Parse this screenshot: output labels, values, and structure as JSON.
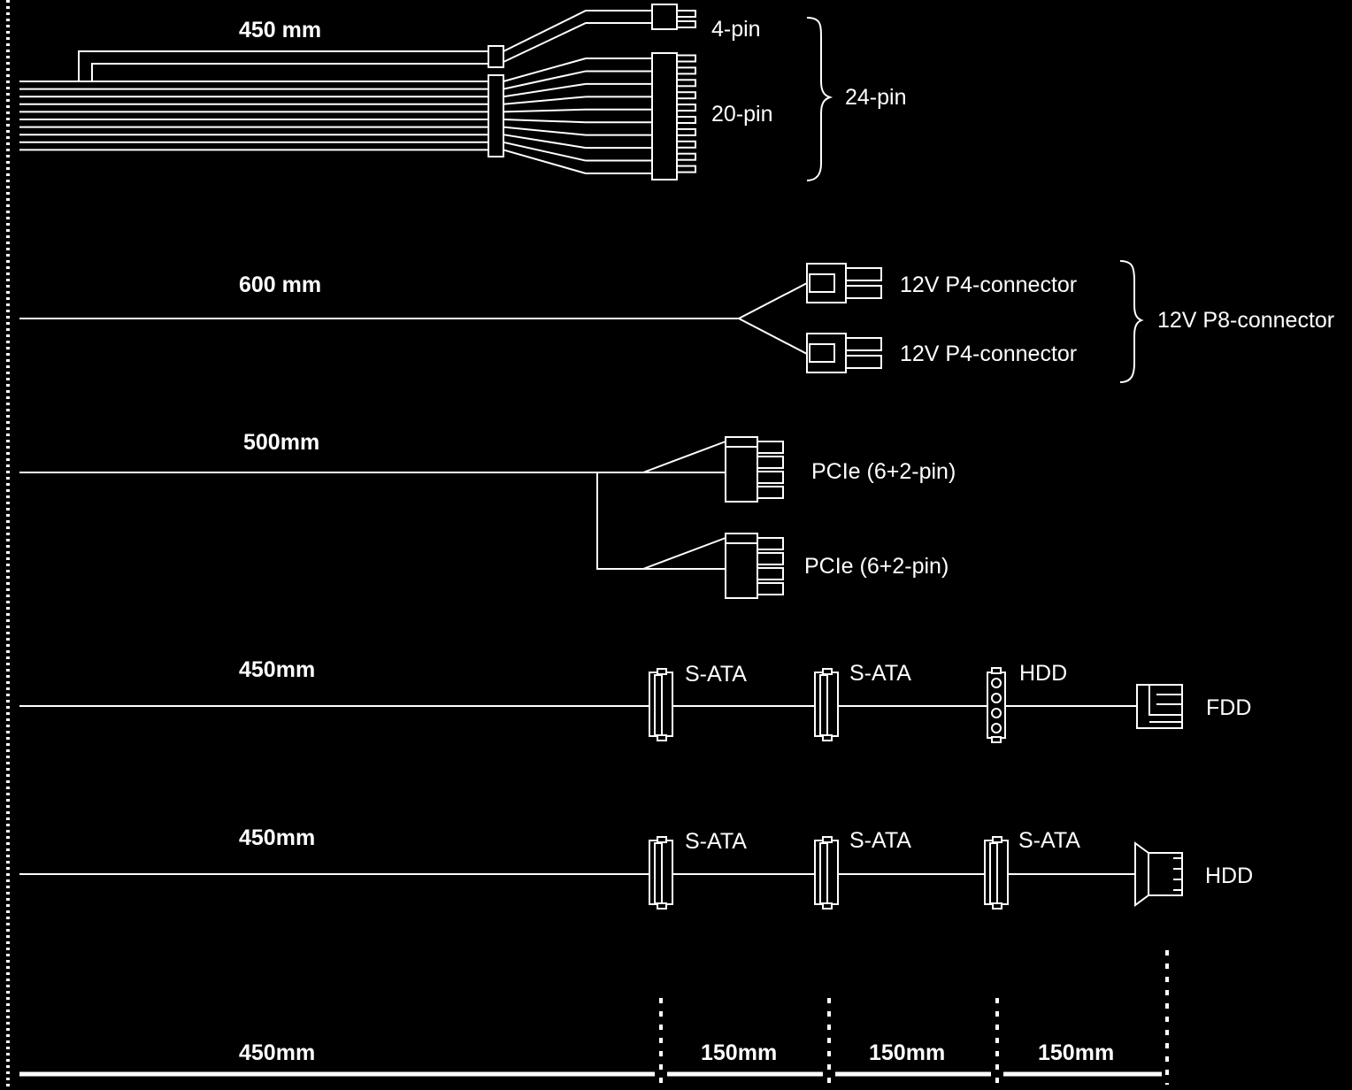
{
  "atx": {
    "length": "450 mm",
    "label_4pin": "4-pin",
    "label_20pin": "20-pin",
    "label_24pin": "24-pin"
  },
  "eps": {
    "length": "600 mm",
    "label_p4_a": "12V P4-connector",
    "label_p4_b": "12V P4-connector",
    "label_p8": "12V P8-connector"
  },
  "pcie": {
    "length": "500mm",
    "label_a": "PCIe (6+2-pin)",
    "label_b": "PCIe (6+2-pin)"
  },
  "sata1": {
    "length": "450mm",
    "c1": "S-ATA",
    "c2": "S-ATA",
    "c3": "HDD",
    "c4": "FDD"
  },
  "sata2": {
    "length": "450mm",
    "c1": "S-ATA",
    "c2": "S-ATA",
    "c3": "S-ATA",
    "c4": "HDD"
  },
  "scale": {
    "seg1": "450mm",
    "seg2": "150mm",
    "seg3": "150mm",
    "seg4": "150mm"
  }
}
